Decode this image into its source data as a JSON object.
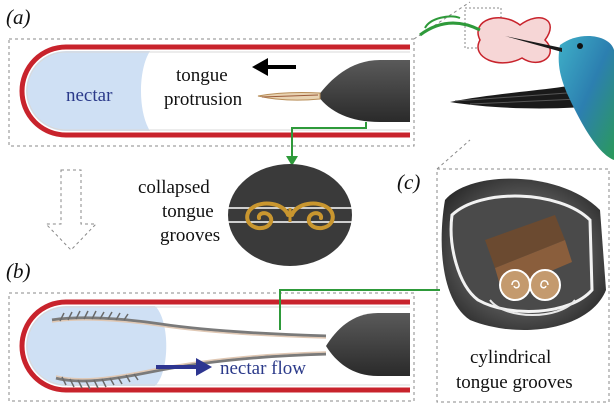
{
  "panels": {
    "a": {
      "label": "(a)",
      "nectar_label": "nectar",
      "arrow_label_line1": "tongue",
      "arrow_label_line2": "protrusion"
    },
    "b": {
      "label": "(b)",
      "flow_label": "nectar flow"
    },
    "c": {
      "label": "(c)",
      "caption_line1": "cylindrical",
      "caption_line2": "tongue grooves"
    }
  },
  "cross_section": {
    "label_line1": "collapsed",
    "label_line2": "tongue",
    "label_line3": "grooves"
  },
  "colors": {
    "tube_red": "#c8232c",
    "nectar": "#cfe0f4",
    "tongue_dark": "#3c3c3c",
    "groove_gold": "#c9962f",
    "connector_green": "#2e9a3a",
    "flow_arrow_blue": "#2d3590",
    "frame_dash": "#8a8a8a"
  },
  "icons": [
    "hummingbird",
    "flower",
    "down-arrow",
    "left-arrow",
    "right-arrow"
  ]
}
